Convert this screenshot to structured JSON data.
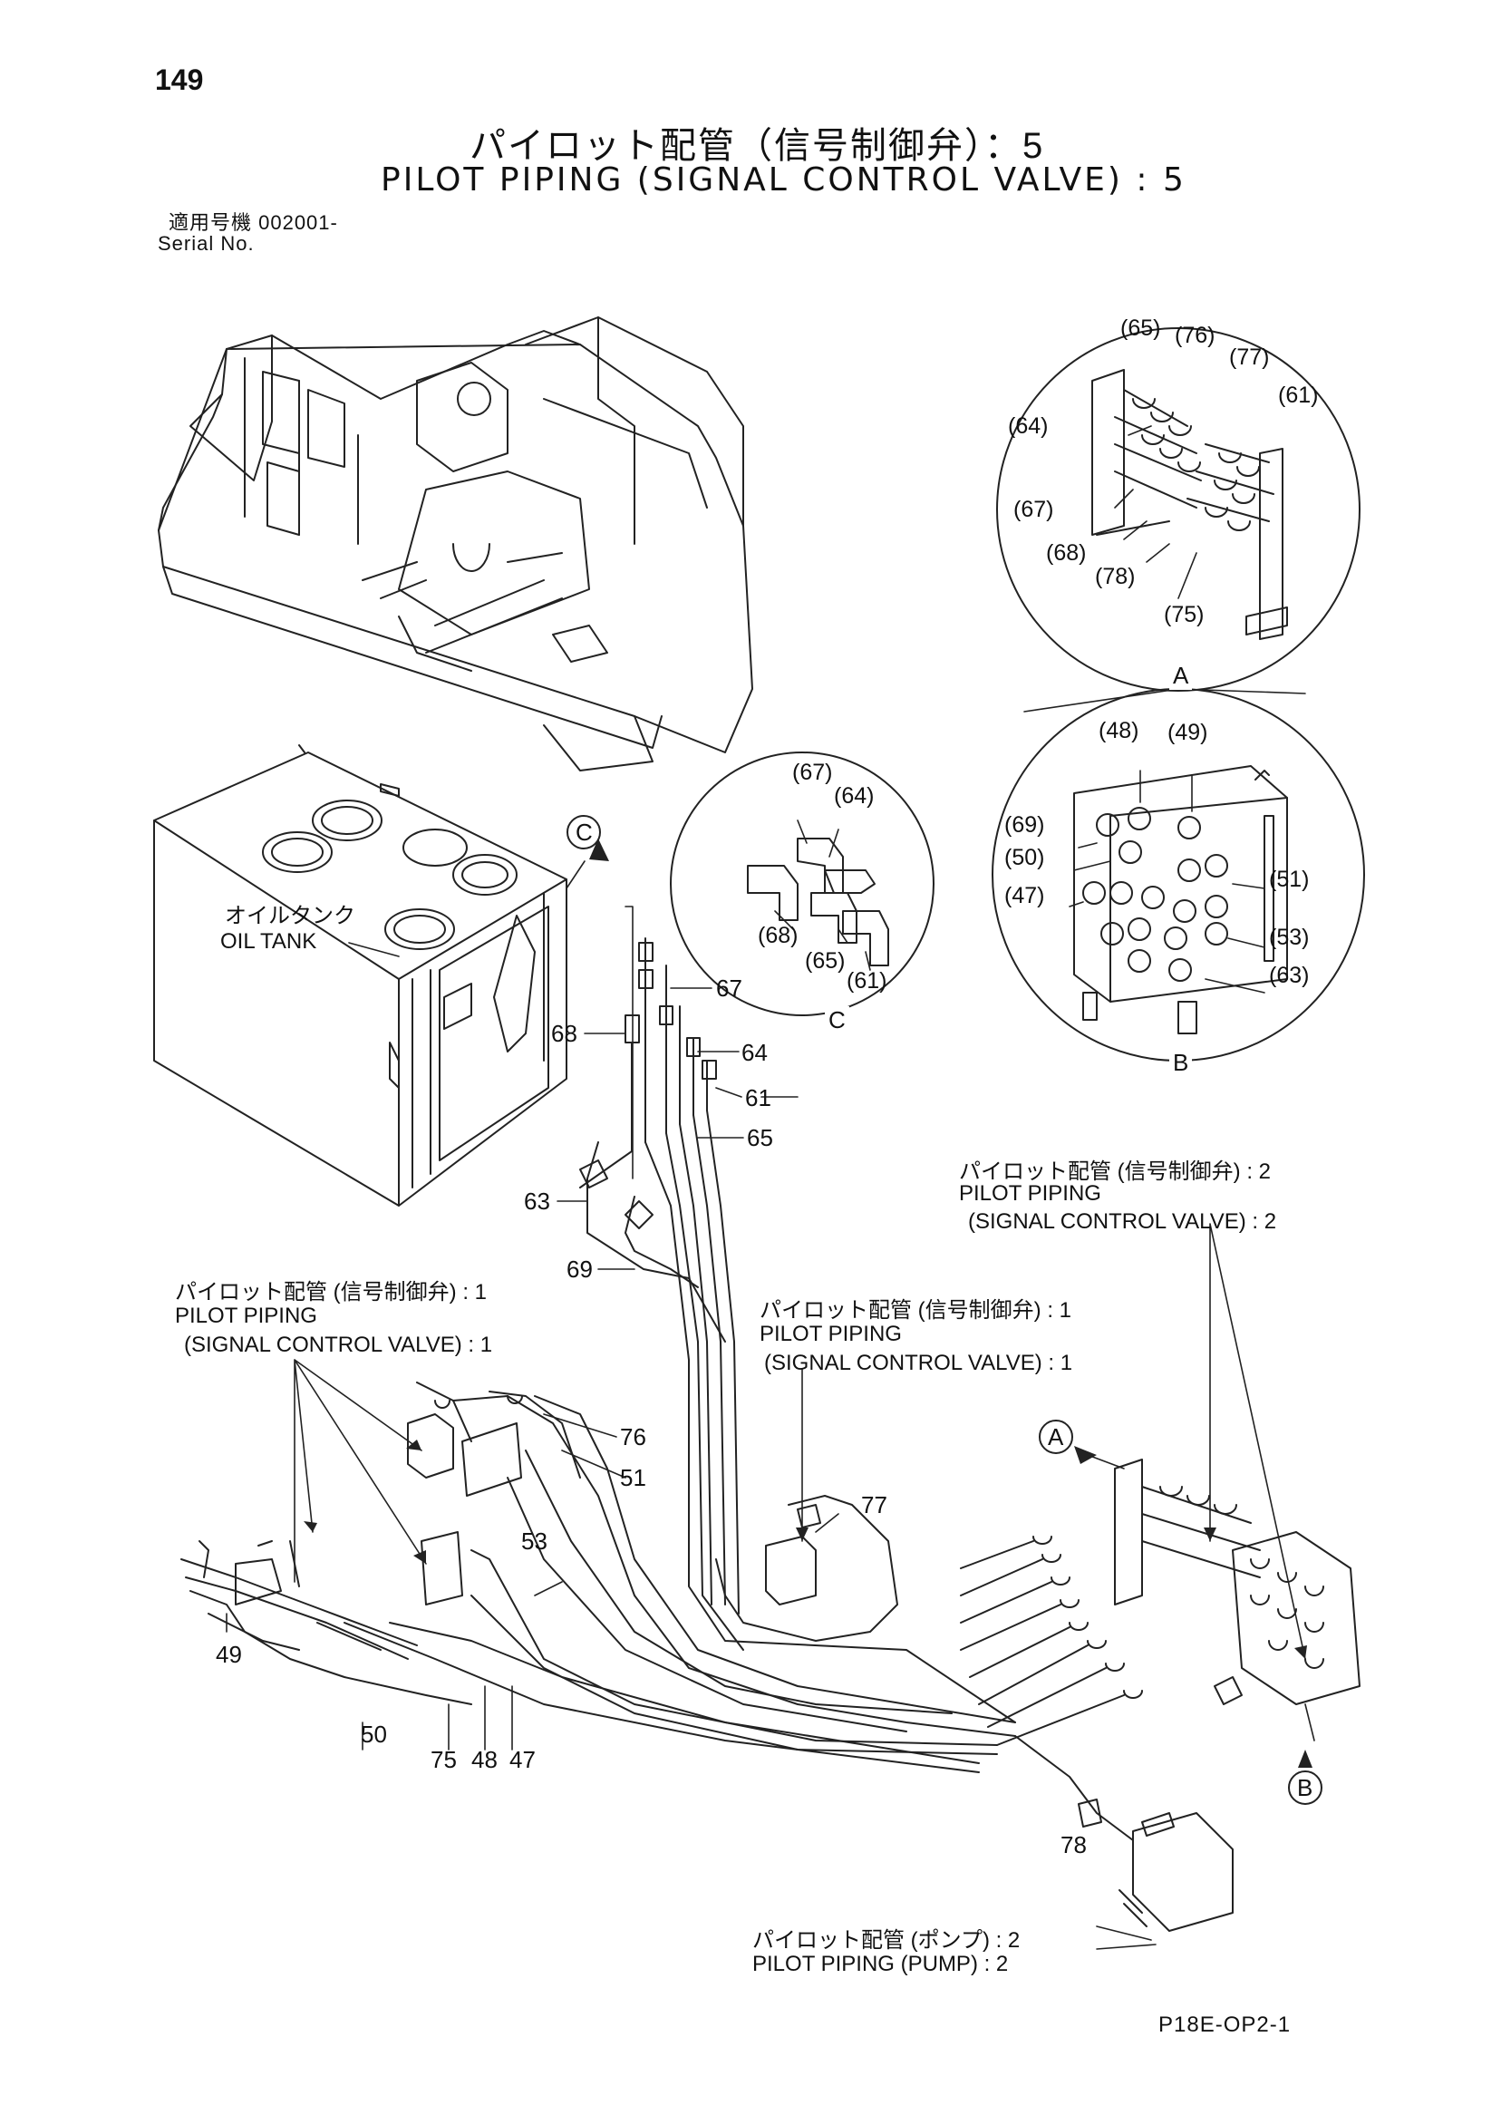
{
  "header": {
    "page_number": "149",
    "title_jp": "パイロット配管（信号制御弁）：5",
    "title_en": "PILOT PIPING (SIGNAL CONTROL VALVE) : 5",
    "serial_line1": "適用号機  002001-",
    "serial_line2": "Serial No."
  },
  "labels": {
    "oil_tank_jp": "オイルタンク",
    "oil_tank_en": "OIL TANK",
    "ref_scv2_jp": "パイロット配管 (信号制御弁) : 2",
    "ref_scv2_en1": "PILOT PIPING",
    "ref_scv2_en2": "(SIGNAL CONTROL VALVE) : 2",
    "ref_scv1a_jp": "パイロット配管 (信号制御弁) : 1",
    "ref_scv1a_en1": "PILOT PIPING",
    "ref_scv1a_en2": "(SIGNAL CONTROL VALVE) : 1",
    "ref_scv1b_jp": "パイロット配管 (信号制御弁) : 1",
    "ref_scv1b_en1": "PILOT PIPING",
    "ref_scv1b_en2": "(SIGNAL CONTROL VALVE) : 1",
    "ref_pump_jp": "パイロット配管 (ポンプ) : 2",
    "ref_pump_en": "PILOT PIPING (PUMP) : 2"
  },
  "detail_letters": {
    "A": "A",
    "B": "B",
    "C": "C"
  },
  "detail_A_callouts": [
    "(65)",
    "(76)",
    "(77)",
    "(61)",
    "(64)",
    "(67)",
    "(68)",
    "(78)",
    "(75)"
  ],
  "detail_B_callouts": [
    "(48)",
    "(49)",
    "(69)",
    "(50)",
    "(47)",
    "(51)",
    "(53)",
    "(63)"
  ],
  "detail_C_callouts": [
    "(67)",
    "(64)",
    "(68)",
    "(65)",
    "(61)"
  ],
  "main_callouts": {
    "c67": "67",
    "c68": "68",
    "c64": "64",
    "c61": "61",
    "c65": "65",
    "c63": "63",
    "c69": "69",
    "c76": "76",
    "c51": "51",
    "c53": "53",
    "c77": "77",
    "c49": "49",
    "c50": "50",
    "c75": "75",
    "c48": "48",
    "c47": "47",
    "c78": "78"
  },
  "footer": {
    "doc_code": "P18E-OP2-1"
  }
}
